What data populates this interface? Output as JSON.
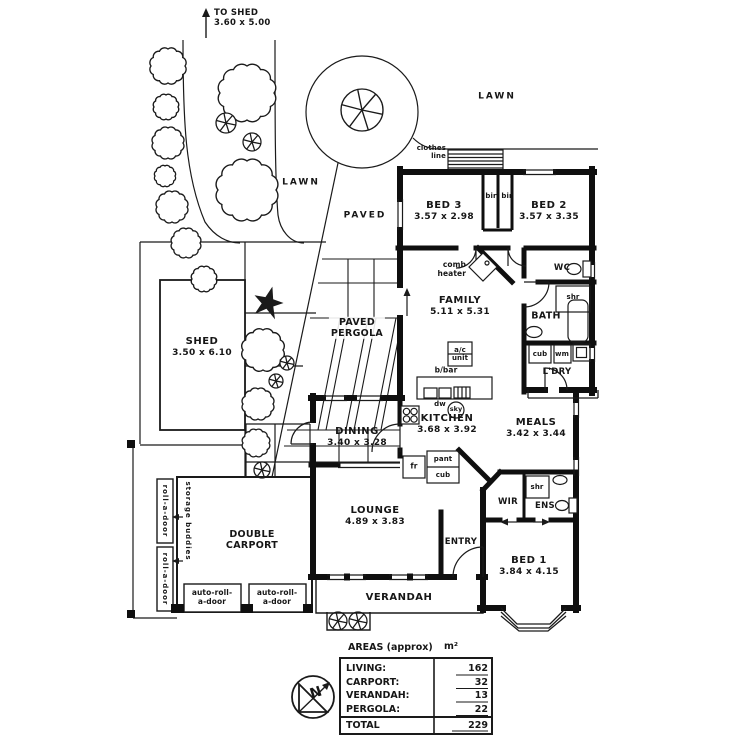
{
  "site": {
    "to_shed": {
      "line1": "TO SHED",
      "line2": "3.60 x 5.00"
    },
    "lawn_left": "LAWN",
    "lawn_right": "LAWN",
    "paved": "PAVED",
    "pergola": {
      "line1": "PAVED",
      "line2": "PERGOLA"
    },
    "clothes": {
      "line1": "clothes",
      "line2": "line"
    },
    "shed": {
      "name": "SHED",
      "dims": "3.50 x 6.10"
    }
  },
  "rooms": {
    "bed3": {
      "name": "BED 3",
      "dims": "3.57 x 2.98"
    },
    "bed2": {
      "name": "BED 2",
      "dims": "3.57 x 3.35"
    },
    "family": {
      "name": "FAMILY",
      "dims": "5.11 x 5.31"
    },
    "kitchen": {
      "name": "KITCHEN",
      "dims": "3.68 x 3.92"
    },
    "dining": {
      "name": "DINING",
      "dims": "3.40 x 3.28"
    },
    "meals": {
      "name": "MEALS",
      "dims": "3.42 x 3.44"
    },
    "lounge": {
      "name": "LOUNGE",
      "dims": "4.89 x 3.83"
    },
    "bed1": {
      "name": "BED 1",
      "dims": "3.84 x 4.15"
    },
    "entry": "ENTRY",
    "verandah": "VERANDAH",
    "carport": {
      "line1": "DOUBLE",
      "line2": "CARPORT"
    },
    "bath": "BATH",
    "wc": "WC",
    "ldry": "L'DRY",
    "ens": "ENS",
    "wir": "WIR"
  },
  "fixtures": {
    "bir1": "bir",
    "bir2": "bir",
    "comb": {
      "line1": "comb",
      "line2": "heater"
    },
    "shr_bath": "shr",
    "shr_ens": "shr",
    "cub_bath": "cub",
    "wm": "wm",
    "ac": {
      "line1": "a/c",
      "line2": "unit"
    },
    "bbar": "b/bar",
    "dw": "dw",
    "sky": "sky",
    "fr": "fr",
    "pant": "pant",
    "cub_kitchen": "cub"
  },
  "carport": {
    "roll1": "roll-a-door",
    "roll2": "roll-a-door",
    "storage": "storage buddies",
    "auto1": {
      "line1": "auto-roll-",
      "line2": "a-door"
    },
    "auto2": {
      "line1": "auto-roll-",
      "line2": "a-door"
    }
  },
  "areas_table": {
    "title": "AREAS (approx)",
    "unit": "m²",
    "rows": [
      {
        "label": "LIVING:",
        "value": "162"
      },
      {
        "label": "CARPORT:",
        "value": "32"
      },
      {
        "label": "VERANDAH:",
        "value": "13"
      },
      {
        "label": "PERGOLA:",
        "value": "22"
      }
    ],
    "total": {
      "label": "TOTAL",
      "value": "229"
    }
  },
  "compass": {
    "letter": "N"
  },
  "colors": {
    "line": "#1a1a1a",
    "wall": "#0f0f0f",
    "bg": "#ffffff"
  }
}
